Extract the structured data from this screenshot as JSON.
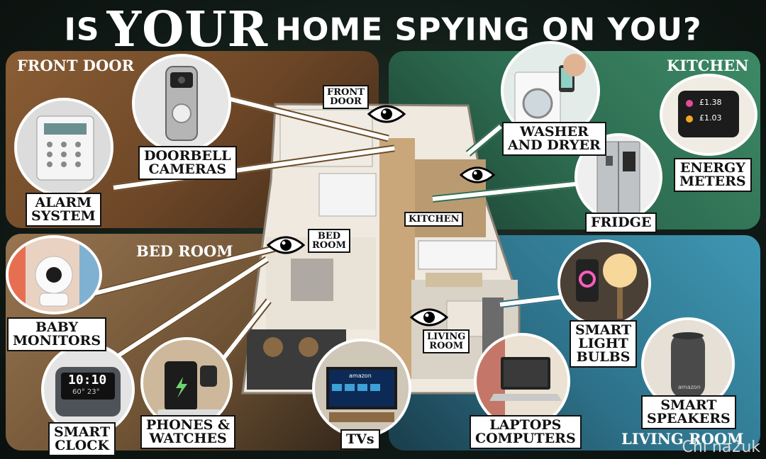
{
  "title": {
    "part1": "IS",
    "part2": "YOUR",
    "part3": "HOME SPYING ON YOU?"
  },
  "zones": {
    "front_door": "FRONT DOOR",
    "kitchen": "KITCHEN",
    "bed_room": "BED ROOM",
    "living_room": "LIVING ROOM"
  },
  "floorplan_labels": {
    "front_door": "FRONT\nDOOR",
    "bed_room": "BED\nROOM",
    "kitchen": "KITCHEN",
    "living_room": "LIVING\nROOM"
  },
  "devices": {
    "doorbell": "DOORBELL\nCAMERAS",
    "alarm": "ALARM\nSYSTEM",
    "washer": "WASHER\nAND DRYER",
    "energy": "ENERGY\nMETERS",
    "fridge": "FRIDGE",
    "baby": "BABY\nMONITORS",
    "clock": "SMART\nCLOCK",
    "phones": "PHONES &\nWATCHES",
    "tvs": "TVs",
    "laptops": "LAPTOPS\nCOMPUTERS",
    "bulbs": "SMART\nLIGHT\nBULBS",
    "speakers": "SMART\nSPEAKERS"
  },
  "screens": {
    "energy_reading_1": "£1.38",
    "energy_reading_2": "£1.03",
    "clock_time": "10:10",
    "clock_temp": "60° 23°",
    "tv_brand": "amazon",
    "speaker_brand": "amazon"
  },
  "watermark": "Chi na2uk",
  "colors": {
    "front_door_zone": "#7a5330",
    "kitchen_zone": "#2f7a5a",
    "bed_room_zone": "#8a6a45",
    "living_room_zone": "#2f7c96",
    "label_bg": "#ffffff"
  }
}
